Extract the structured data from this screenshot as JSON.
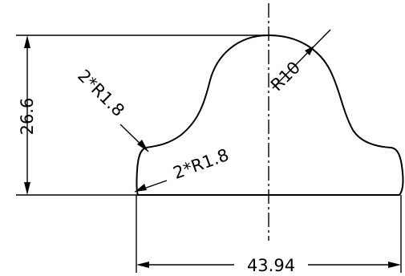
{
  "dimensions": {
    "height": "26.6",
    "width": "43.94",
    "radius_top": "R10",
    "radius_upper_left": "2*R1.8",
    "radius_lower_left": "2*R1.8"
  },
  "colors": {
    "line": "#000000",
    "background": "#ffffff"
  }
}
